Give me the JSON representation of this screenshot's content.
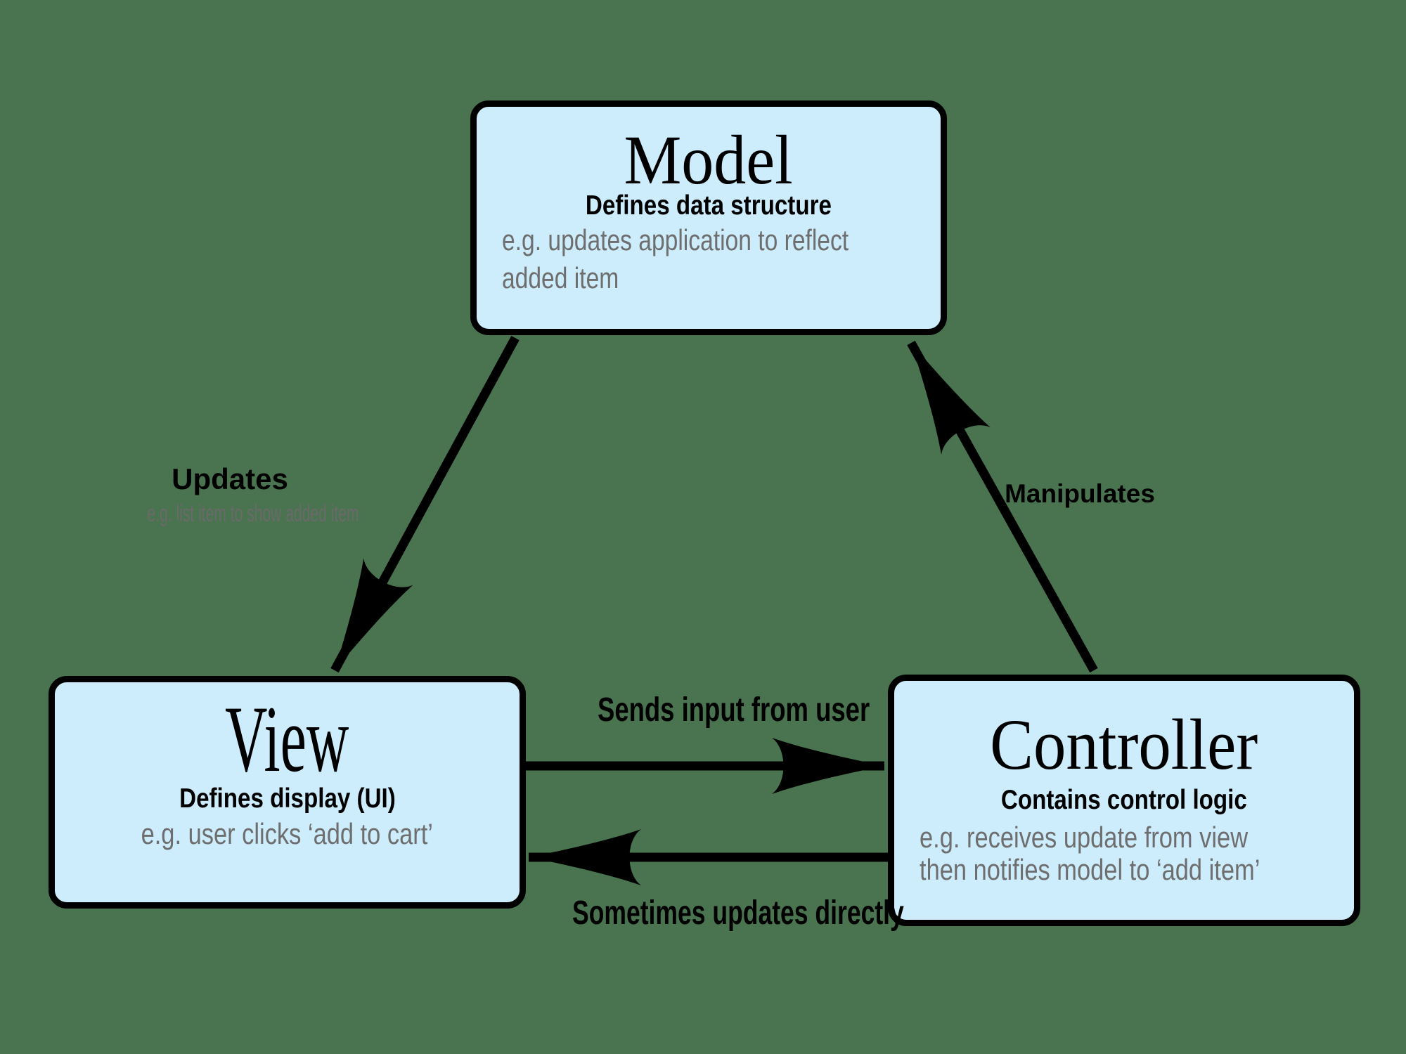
{
  "colors": {
    "background": "#4a7350",
    "box_fill": "#cdecfc",
    "box_border": "#000000",
    "text_black": "#000000",
    "text_gray": "#6e6e6e"
  },
  "boxes": {
    "model": {
      "title": "Model",
      "subtitle": "Defines data structure",
      "example_line1": "e.g. updates application to reflect",
      "example_line2": "added item"
    },
    "view": {
      "title": "View",
      "subtitle": "Defines display (UI)",
      "example_line1": "e.g. user clicks ‘add to cart’"
    },
    "controller": {
      "title": "Controller",
      "subtitle": "Contains control logic",
      "example_line1": "e.g. receives update from view",
      "example_line2": "then notifies model to ‘add item’"
    }
  },
  "arrows": {
    "model_to_view": {
      "label": "Updates",
      "sublabel": "e.g. list item to show added item"
    },
    "view_to_controller": {
      "label": "Sends input from user"
    },
    "controller_to_view": {
      "label": "Sometimes updates directly"
    },
    "controller_to_model": {
      "label": "Manipulates"
    }
  }
}
